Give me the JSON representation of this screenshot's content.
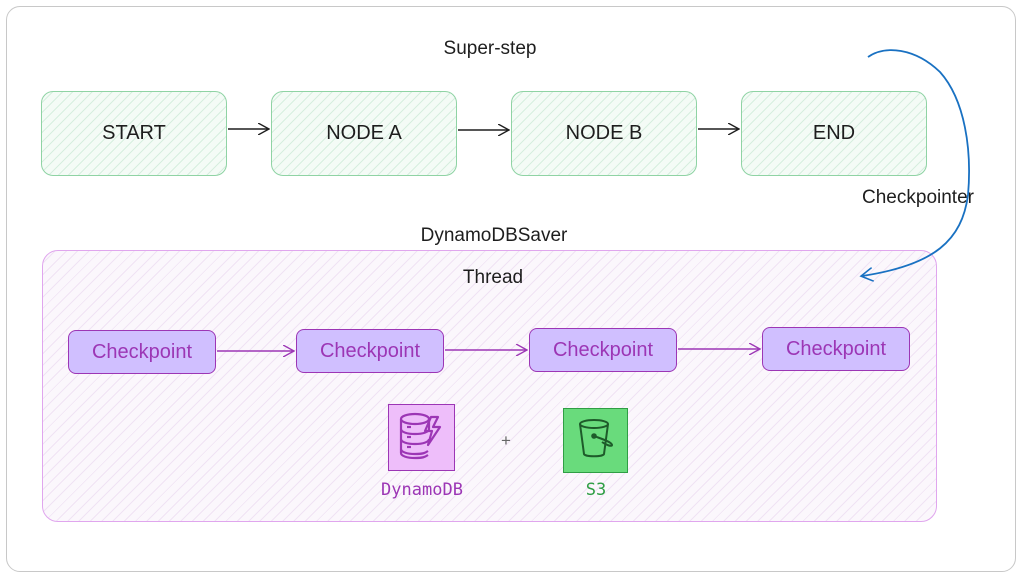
{
  "diagram": {
    "superstep_label": "Super-step",
    "nodes": [
      "START",
      "NODE A",
      "NODE B",
      "END"
    ],
    "checkpointer_label": "Checkpointer",
    "saver_label": "DynamoDBSaver",
    "thread_label": "Thread",
    "checkpoints": [
      "Checkpoint",
      "Checkpoint",
      "Checkpoint",
      "Checkpoint"
    ],
    "plus_sign": "+",
    "services": {
      "dynamodb": {
        "label": "DynamoDB",
        "icon": "dynamodb-icon",
        "color": "#9c36b5",
        "fill": "#eebefa"
      },
      "s3": {
        "label": "S3",
        "icon": "s3-bucket-icon",
        "color": "#2f9e44",
        "fill": "#69db7c"
      }
    },
    "colors": {
      "node_border": "#8fd3a4",
      "thread_border": "#e0a6ee",
      "checkpoint_fill": "#d0bfff",
      "checkpoint_text": "#9c36b5",
      "checkpointer_arrow": "#1971c2"
    }
  }
}
